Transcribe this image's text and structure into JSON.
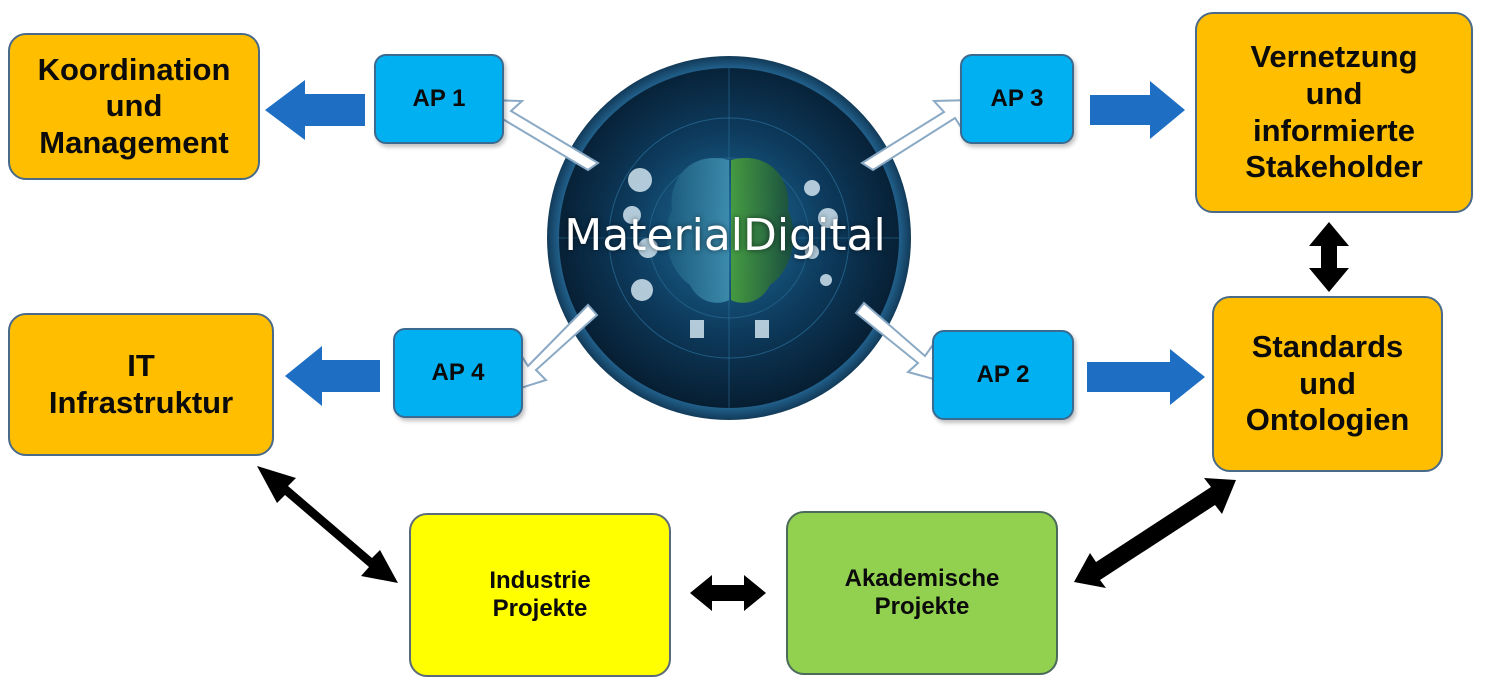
{
  "hub": {
    "label": "MaterialDigital"
  },
  "outer_boxes": {
    "koordination": [
      "Koordination",
      "und",
      "Management"
    ],
    "vernetzung": [
      "Vernetzung",
      "und",
      "informierte",
      "Stakeholder"
    ],
    "it": [
      "IT",
      "Infrastruktur"
    ],
    "standards": [
      "Standards",
      "und",
      "Ontologien"
    ]
  },
  "work_packages": {
    "ap1": "AP 1",
    "ap2": "AP 2",
    "ap3": "AP 3",
    "ap4": "AP 4"
  },
  "projects": {
    "industrie": [
      "Industrie",
      "Projekte"
    ],
    "akademisch": [
      "Akademische",
      "Projekte"
    ]
  },
  "colors": {
    "outer_box": "#ffbf00",
    "work_package": "#00b0f0",
    "industrie": "#ffff00",
    "akademisch": "#92d050",
    "blue_arrow": "#1e6fc4",
    "black_arrow": "#000000"
  }
}
